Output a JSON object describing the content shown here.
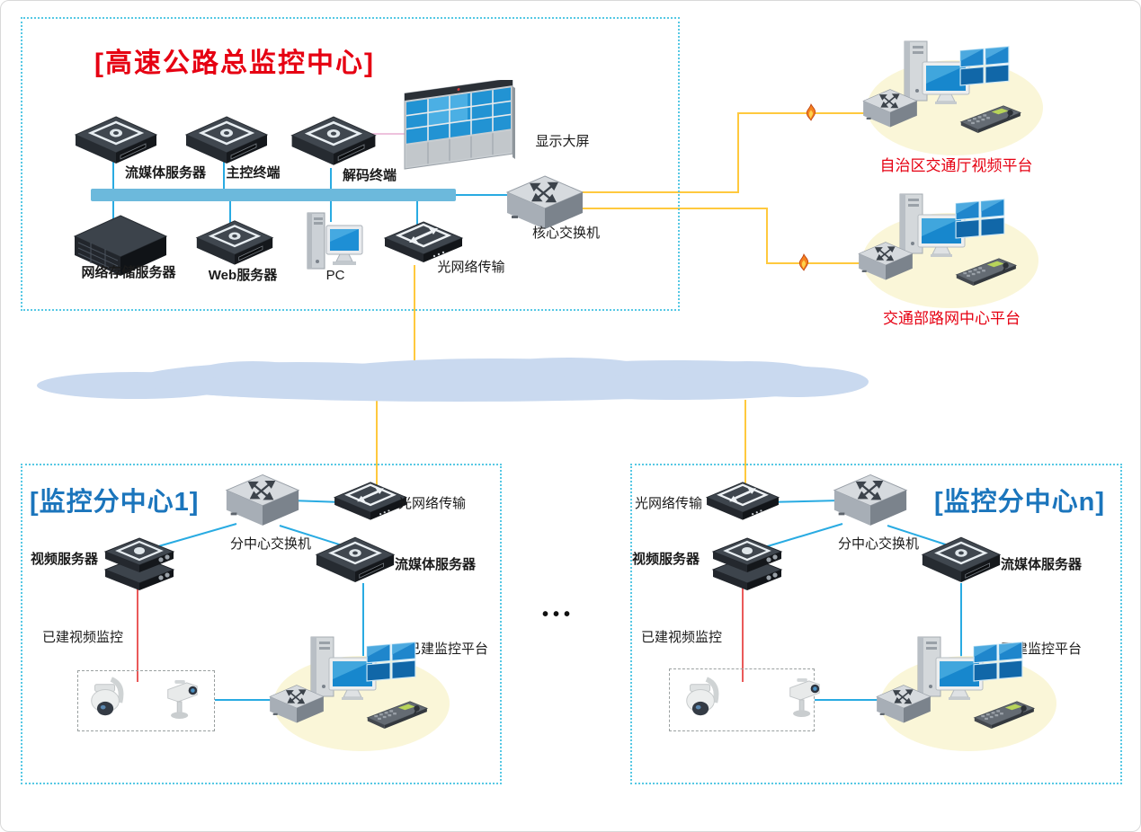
{
  "colors": {
    "title_red": "#e60012",
    "title_blue": "#1b75bc",
    "bus_bar": "#6cb9dc",
    "link_cyan": "#29abe2",
    "link_yellow": "#ffc93e",
    "link_red": "#e53030",
    "link_pink": "#e9aed2",
    "cloud": "#c9d9ef",
    "platform_ellipse": "#faf6d8",
    "box_border": "#56c8e4",
    "label_text": "#1a1a1a"
  },
  "main_center": {
    "title": "[高速公路总监控中心]",
    "labels": {
      "streaming_server": "流媒体服务器",
      "master_terminal": "主控终端",
      "decoder_terminal": "解码终端",
      "display_wall": "显示大屏",
      "storage_server": "网络存储服务器",
      "web_server": "Web服务器",
      "pc": "PC",
      "optical": "光网络传输",
      "core_switch": "核心交换机"
    }
  },
  "platforms": {
    "region_dept": "自治区交通厅视频平台",
    "ministry_center": "交通部路网中心平台"
  },
  "sub1": {
    "title": "[监控分中心1]",
    "labels": {
      "optical": "光网络传输",
      "switch": "分中心交换机",
      "video_server": "视频服务器",
      "streaming_server": "流媒体服务器",
      "existing_cameras": "已建视频监控",
      "existing_platform": "已建监控平台"
    }
  },
  "subn": {
    "title": "[监控分中心n]",
    "labels": {
      "optical": "光网络传输",
      "switch": "分中心交换机",
      "video_server": "视频服务器",
      "streaming_server": "流媒体服务器",
      "existing_cameras": "已建视频监控",
      "existing_platform": "已建监控平台"
    }
  },
  "ellipsis": "•••"
}
